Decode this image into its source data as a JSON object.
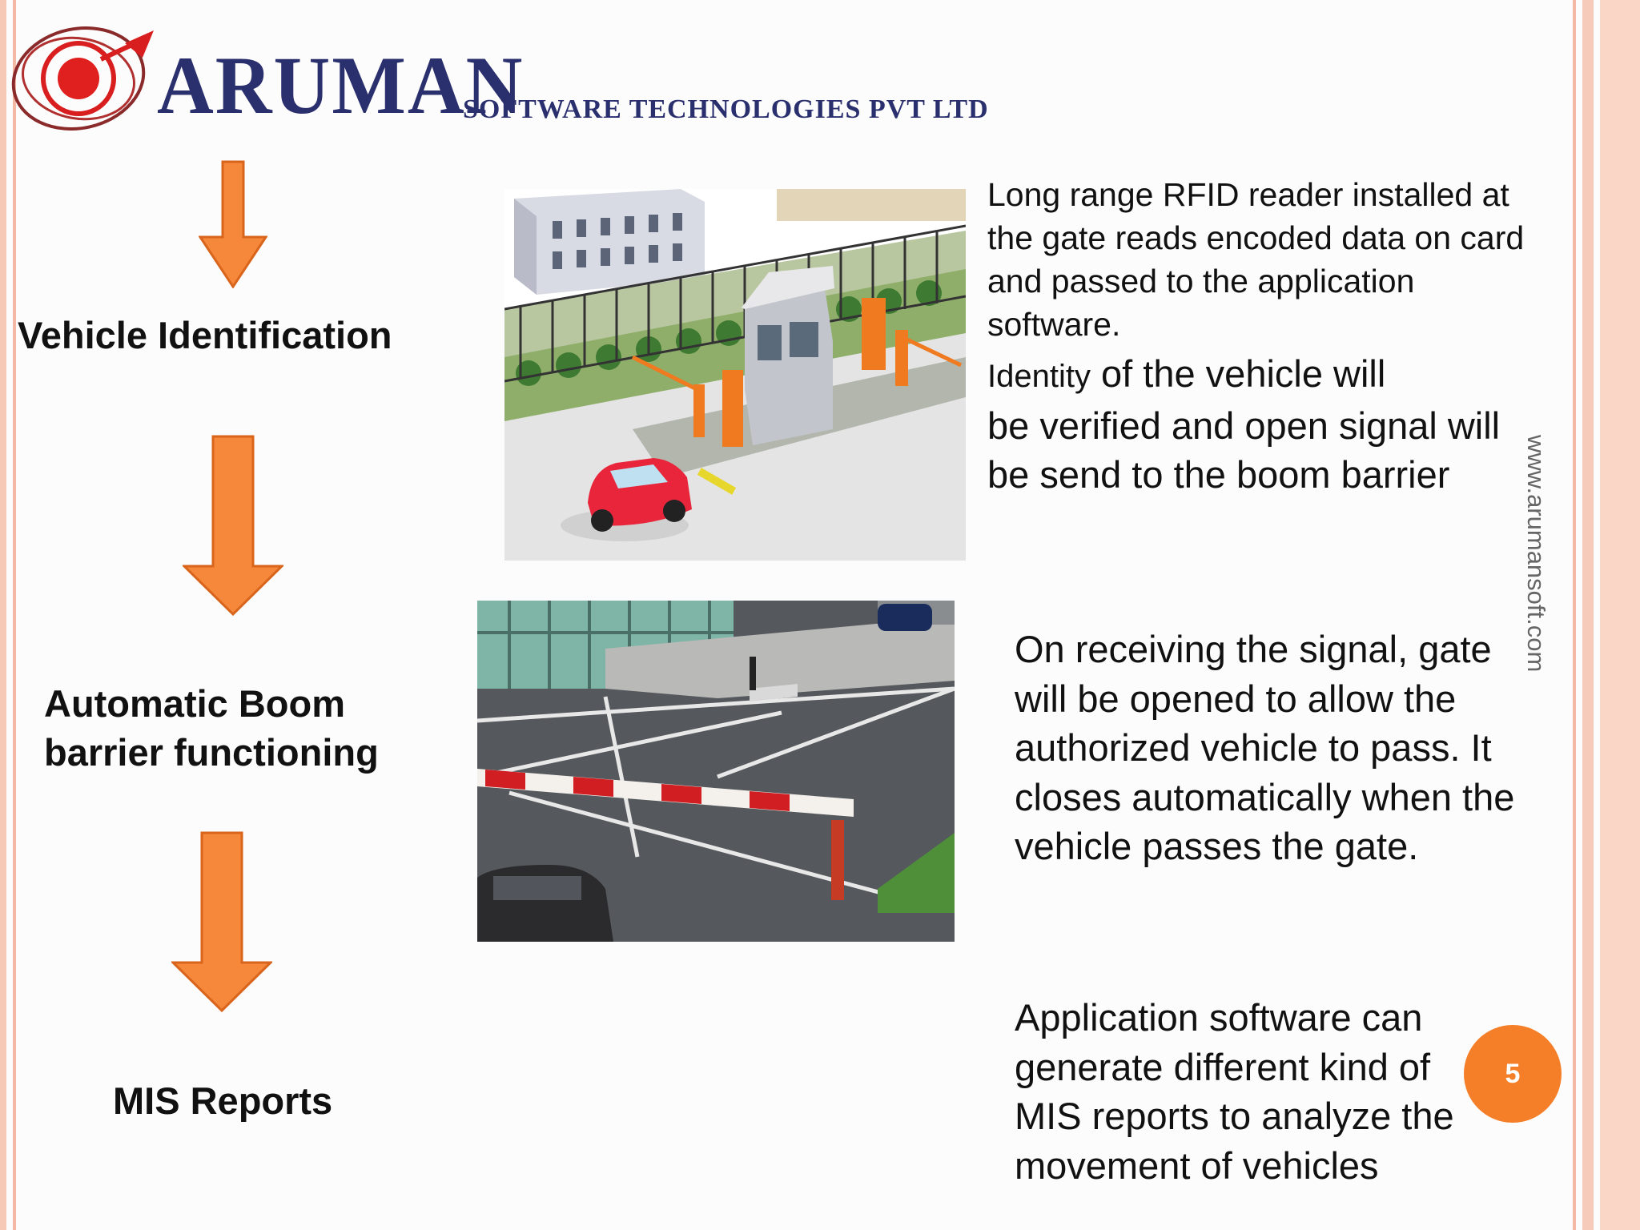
{
  "logo": {
    "name": "ARUMAN",
    "subtitle": "SOFTWARE TECHNOLOGIES PVT LTD",
    "name_color": "#2a2f6e",
    "accent_color": "#d81e1e"
  },
  "steps": [
    {
      "label": "Vehicle Identification",
      "lines": [
        "Vehicle Identification"
      ]
    },
    {
      "label": "Automatic Boom barrier functioning",
      "lines": [
        "Automatic Boom",
        "barrier functioning"
      ]
    },
    {
      "label": "MIS Reports",
      "lines": [
        "MIS Reports"
      ]
    }
  ],
  "descriptions": {
    "rfid": {
      "lines": [
        "Long range RFID reader installed at",
        "the gate reads encoded data on card",
        "and passed to the application",
        "software."
      ]
    },
    "identity": {
      "first_word": "Identity",
      "first_rest": " of the vehicle will",
      "lines": [
        "be verified and open signal will",
        "be send to the boom barrier"
      ]
    },
    "boom": {
      "lines": [
        "On receiving the signal, gate",
        "will be opened to allow the",
        "authorized vehicle to pass. It",
        "closes automatically when the",
        "vehicle passes the gate."
      ]
    },
    "mis": {
      "lines": [
        "Application software can",
        "generate different kind of",
        "MIS reports to analyze the",
        "movement of vehicles"
      ]
    }
  },
  "website": "www.arumansoft.com",
  "page_number": "5",
  "colors": {
    "arrow_fill": "#f5883a",
    "arrow_stroke": "#d9641c",
    "page_badge": "#f57f29",
    "border_stripe": "#f7cbb9"
  }
}
